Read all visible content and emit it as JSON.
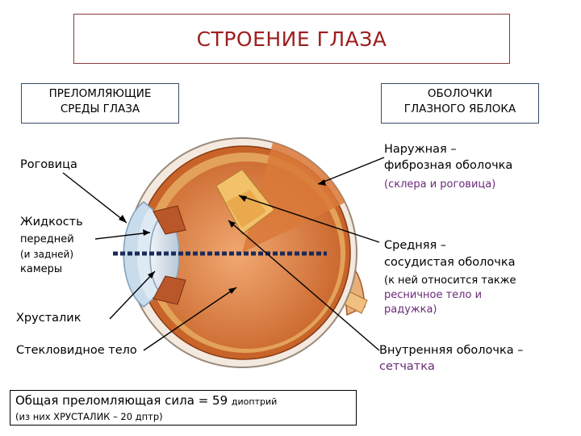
{
  "title": "СТРОЕНИЕ ГЛАЗА",
  "left_header": {
    "line1": "ПРЕЛОМЛЯЮЩИЕ",
    "line2": "СРЕДЫ ГЛАЗА"
  },
  "right_header": {
    "line1": "ОБОЛОЧКИ",
    "line2": "ГЛАЗНОГО ЯБЛОКА"
  },
  "left_labels": {
    "cornea": "Роговица",
    "fluid_1": "Жидкость",
    "fluid_2": "передней",
    "fluid_3": "(и задней)",
    "fluid_4": "камеры",
    "lens": "Хрусталик",
    "vitreous": "Стекловидное тело"
  },
  "right_labels": {
    "outer_1": "Наружная –",
    "outer_2": "фиброзная оболочка",
    "outer_3": "(склера и роговица)",
    "middle_1": "Средняя –",
    "middle_2": "сосудистая оболочка",
    "middle_3": "(к ней относится также",
    "middle_4": "ресничное тело и",
    "middle_5": "радужка)",
    "inner_1": "Внутренняя оболочка –",
    "inner_2": "сетчатка"
  },
  "bottom": {
    "line1_main": "Общая преломляющая сила = 59",
    "line1_unit": "диоптрий",
    "line2": "(из них ХРУСТАЛИК – 20 дптр)"
  },
  "colors": {
    "title": "#9c1f1f",
    "accent_purple": "#6b2a78",
    "sclera": "#f3e9df",
    "choroid": "#c8642a",
    "retina": "#e3a25a",
    "cornea": "#c9dceb",
    "lens": "#dbe4ee"
  }
}
